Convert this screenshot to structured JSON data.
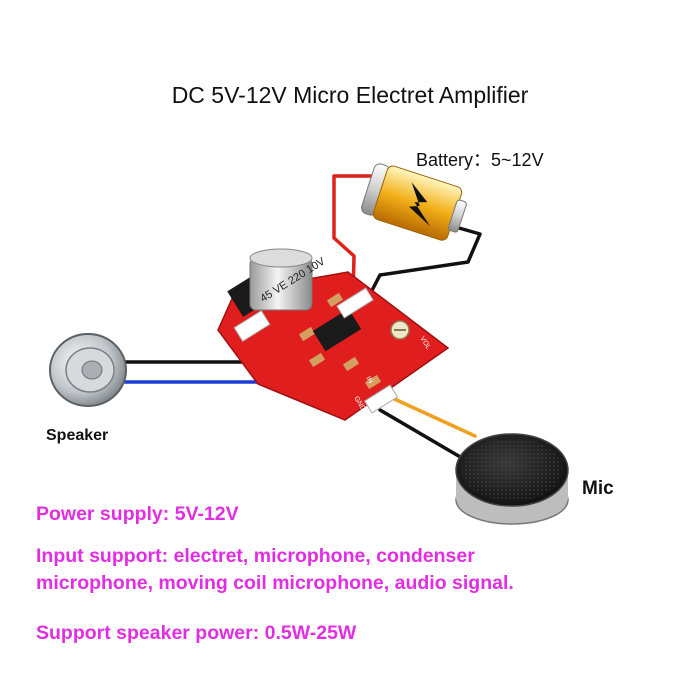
{
  "title": "DC 5V-12V Micro Electret Amplifier",
  "labels": {
    "battery": "Battery：5~12V",
    "speaker": "Speaker",
    "mic": "Mic",
    "capacitor": "45 VE 220 10V",
    "board_text": [
      "GND",
      "IN",
      "VOL"
    ]
  },
  "specs": [
    "Power supply: 5V-12V",
    "Input support: electret, microphone, condenser",
    "microphone, moving coil microphone, audio signal.",
    "Support speaker power: 0.5W-25W"
  ],
  "colors": {
    "text_accent": "#e22ee2",
    "pcb": "#e01e1e",
    "wire_positive": "#e0201a",
    "wire_ground": "#111111",
    "wire_speaker": "#1a3fd6",
    "wire_signal": "#f0a020"
  }
}
